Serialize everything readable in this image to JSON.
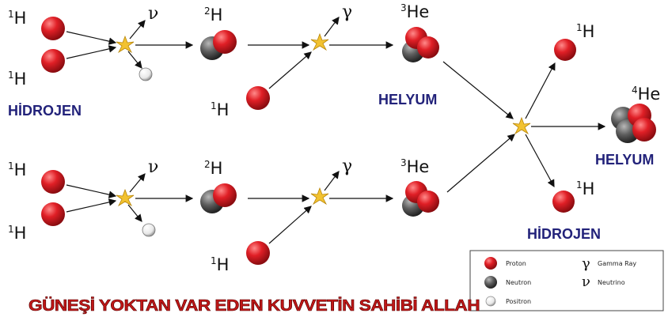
{
  "diagram": {
    "top_chain": {
      "h1_a": {
        "mass": "1",
        "symbol": "H"
      },
      "h1_b": {
        "mass": "1",
        "symbol": "H"
      },
      "neutrino": "ν",
      "h2": {
        "mass": "2",
        "symbol": "H"
      },
      "gamma": "γ",
      "h1_c": {
        "mass": "1",
        "symbol": "H"
      },
      "he3": {
        "mass": "3",
        "symbol": "He"
      },
      "label_hydrogen": "HİDROJEN",
      "label_helium": "HELYUM"
    },
    "bottom_chain": {
      "h1_a": {
        "mass": "1",
        "symbol": "H"
      },
      "h1_b": {
        "mass": "1",
        "symbol": "H"
      },
      "neutrino": "ν",
      "h2": {
        "mass": "2",
        "symbol": "H"
      },
      "gamma": "γ",
      "h1_c": {
        "mass": "1",
        "symbol": "H"
      },
      "he3": {
        "mass": "3",
        "symbol": "He"
      }
    },
    "products": {
      "h1_top": {
        "mass": "1",
        "symbol": "H"
      },
      "he4": {
        "mass": "4",
        "symbol": "He"
      },
      "h1_bottom": {
        "mass": "1",
        "symbol": "H"
      },
      "label_helium": "HELYUM",
      "label_hydrogen": "HİDROJEN"
    },
    "caption": "GÜNEŞİ YOKTAN VAR EDEN KUVVETİN  SAHİBİ ALLAH"
  },
  "legend": {
    "proton": "Proton",
    "neutron": "Neutron",
    "positron": "Positron",
    "gamma_symbol": "γ",
    "gamma_label": "Gamma Ray",
    "neutrino_symbol": "ν",
    "neutrino_label": "Neutrino"
  },
  "colors": {
    "proton": "#d71920",
    "neutron": "#555555",
    "positron": "#ffffff",
    "flash": "#f2c230",
    "label_blue": "#22227a",
    "caption_red": "#c01818"
  }
}
